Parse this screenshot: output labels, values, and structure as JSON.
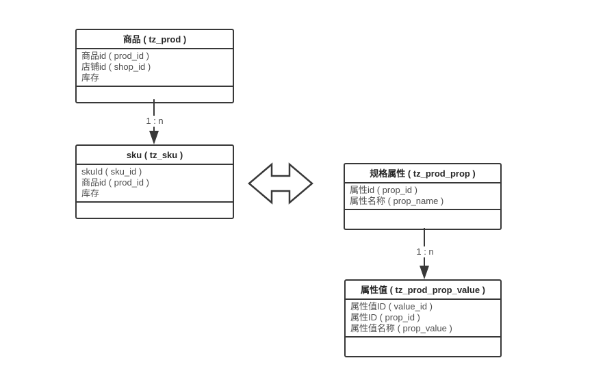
{
  "diagram": {
    "background_color": "#ffffff",
    "border_color": "#383838",
    "title_text_color": "#262626",
    "row_text_color": "#4d4d4d",
    "tables": [
      {
        "id": "prod",
        "title": "商品 ( tz_prod )",
        "rows": [
          "商品id ( prod_id )",
          "店铺id ( shop_id )",
          "库存"
        ]
      },
      {
        "id": "sku",
        "title": "sku ( tz_sku )",
        "rows": [
          "skuId ( sku_id )",
          "商品id ( prod_id )",
          "库存"
        ]
      },
      {
        "id": "prop",
        "title": "规格属性 ( tz_prod_prop )",
        "rows": [
          "属性id ( prop_id )",
          "属性名称 ( prop_name )"
        ]
      },
      {
        "id": "prop_value",
        "title": "属性值 ( tz_prod_prop_value )",
        "rows": [
          "属性值ID ( value_id )",
          "属性ID ( prop_id )",
          "属性值名称 ( prop_value )"
        ]
      }
    ],
    "connectors": [
      {
        "from": "prod",
        "to": "sku",
        "label": "1 : n"
      },
      {
        "from": "prop",
        "to": "prop_value",
        "label": "1 : n"
      }
    ],
    "relation_icon": "double-horizontal-arrow-icon"
  }
}
